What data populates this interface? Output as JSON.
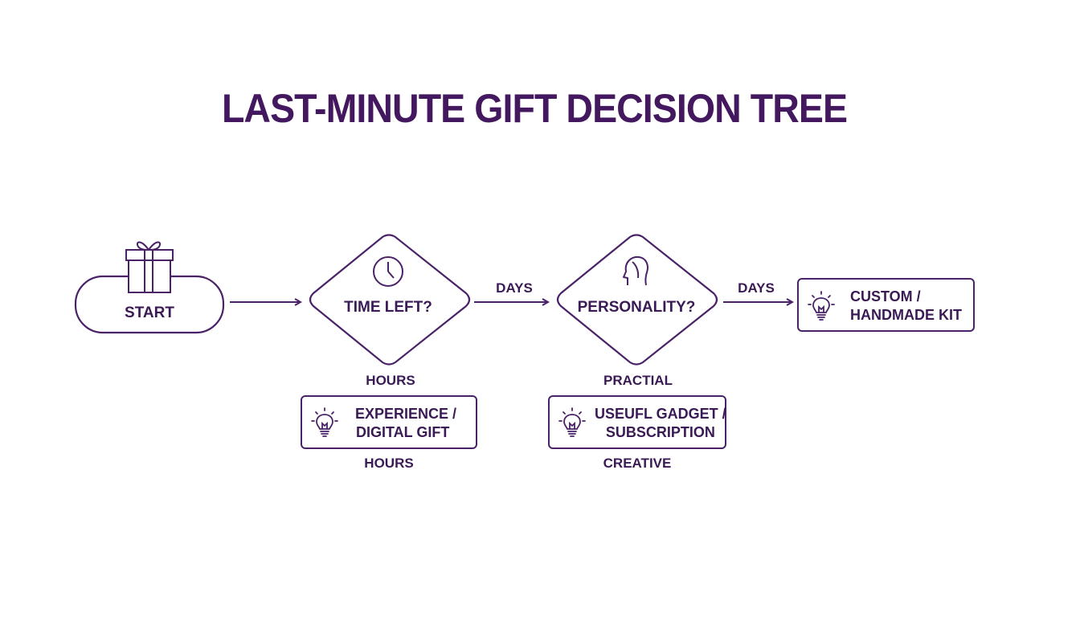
{
  "title": "LAST-MINUTE GIFT DECISION TREE",
  "colors": {
    "primary": "#44185f",
    "stroke": "#4a2268",
    "background": "#ffffff"
  },
  "nodes": {
    "start": {
      "label": "START",
      "icon": "gift-icon"
    },
    "time_left": {
      "label": "TIME LEFT?",
      "icon": "clock-icon"
    },
    "personality": {
      "label": "PERSONALITY?",
      "icon": "head-profile-icon"
    },
    "custom_kit": {
      "line1": "CUSTOM /",
      "line2": "HANDMADE KIT",
      "icon": "lightbulb-icon"
    },
    "experience": {
      "line1": "EXPERIENCE /",
      "line2": "DIGITAL GIFT",
      "icon": "lightbulb-icon"
    },
    "gadget": {
      "line1": "USEUFL GADGET /",
      "line2": "SUBSCRIPTION",
      "icon": "lightbulb-icon"
    }
  },
  "edges": {
    "time_days": "DAYS",
    "personality_days": "DAYS",
    "time_hours_top": "HOURS",
    "time_hours_bottom": "HOURS",
    "personality_practical": "PRACTIAL",
    "personality_creative": "CREATIVE"
  }
}
